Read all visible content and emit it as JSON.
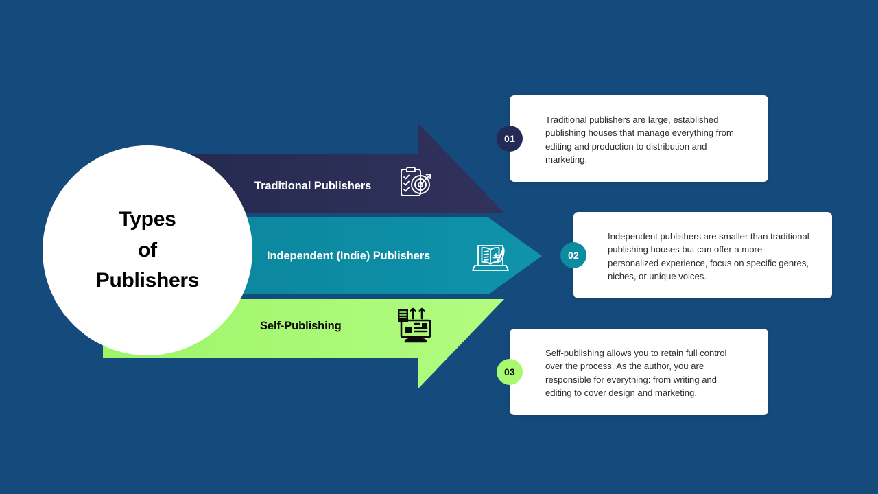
{
  "page": {
    "background_color": "#154b7c",
    "center_title_lines": [
      "Types",
      "of",
      "Publishers"
    ],
    "center_title_full": "Types of Publishers"
  },
  "colors": {
    "background": "#154b7c",
    "arrow_traditional": "#2b2d52",
    "arrow_independent": "#0d8ba0",
    "arrow_selfpublishing": "#a8f970",
    "card_background": "#ffffff",
    "badge_01": "#232a55",
    "badge_02": "#0d8ba0",
    "badge_03": "#a8f970",
    "circle": "#ffffff"
  },
  "items": [
    {
      "number": "01",
      "label": "Traditional Publishers",
      "label_color": "#ffffff",
      "arrow_color": "#2b2d52",
      "badge_color": "#232a55",
      "badge_text_color": "#ffffff",
      "icon": "clipboard-target-icon",
      "description": "Traditional publishers are large, established publishing houses that manage everything from editing and production to distribution and marketing."
    },
    {
      "number": "02",
      "label": "Independent (Indie) Publishers",
      "label_color": "#ffffff",
      "arrow_color": "#0d8ba0",
      "badge_color": "#0d8ba0",
      "badge_text_color": "#ffffff",
      "icon": "book-laptop-quill-icon",
      "description": "Independent publishers are smaller than traditional publishing houses but can offer a more personalized experience, focus on specific genres, niches, or unique voices."
    },
    {
      "number": "03",
      "label": "Self-Publishing",
      "label_color": "#0b0b0b",
      "arrow_color": "#a8f970",
      "badge_color": "#a8f970",
      "badge_text_color": "#0b0b0b",
      "icon": "monitor-upload-documents-icon",
      "description": "Self-publishing allows you to retain full control over the process. As the author, you are responsible for everything: from writing and editing to cover design and marketing."
    }
  ]
}
